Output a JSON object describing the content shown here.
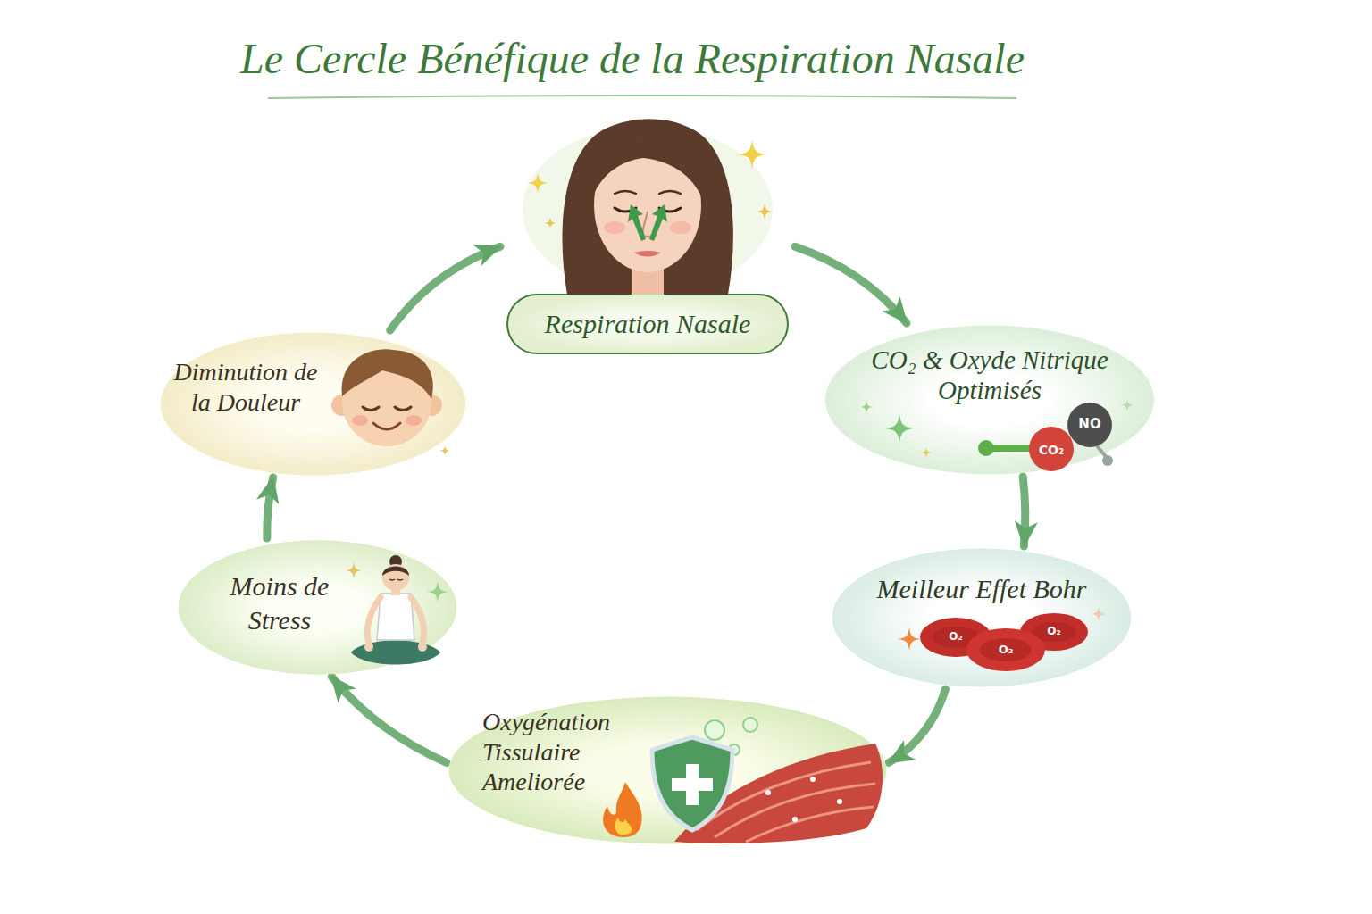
{
  "diagram": {
    "title": "Le Cercle Bénéfique de la Respiration Nasale",
    "nodes": [
      {
        "text": [
          "Respiration Nasale"
        ]
      },
      {
        "text": [
          "CO₂ & Oxyde Nitrique Optimisés"
        ]
      },
      {
        "text": [
          "Meilleur Effet Bohr"
        ]
      },
      {
        "text": [
          "Oxygénation Tissulaire Ameliorée"
        ]
      },
      {
        "text": [
          "Moins de Stress"
        ]
      },
      {
        "text": [
          "Diminution de la Douleur"
        ]
      }
    ],
    "edges": [
      {
        "from": 0,
        "to": 1,
        "arrow": "to"
      },
      {
        "from": 1,
        "to": 2,
        "arrow": "to"
      },
      {
        "from": 2,
        "to": 3,
        "arrow": "to"
      },
      {
        "from": 3,
        "to": 4,
        "arrow": "to"
      },
      {
        "from": 4,
        "to": 5,
        "arrow": "to"
      },
      {
        "from": 5,
        "to": 0,
        "arrow": "to"
      }
    ],
    "labels": [
      "NO",
      "CO₂",
      "O₂",
      "O₂",
      "O₂"
    ]
  }
}
